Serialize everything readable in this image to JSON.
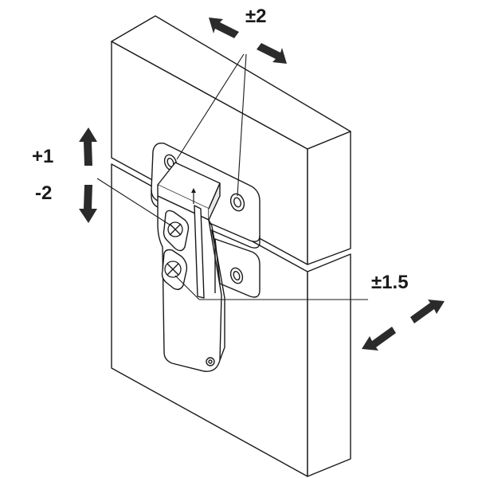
{
  "labels": {
    "top_adjust": "±2",
    "height_up": "+1",
    "height_down": "-2",
    "depth_adjust": "±1.5"
  },
  "colors": {
    "line": "#1a1a1a",
    "arrow": "#2b2b2b",
    "panel": "#ffffff",
    "hardware_shade": "#e9e9e9"
  },
  "icons": {
    "arrows": "double-headed-adjustment-arrows",
    "screws": "cross-head-screw"
  }
}
